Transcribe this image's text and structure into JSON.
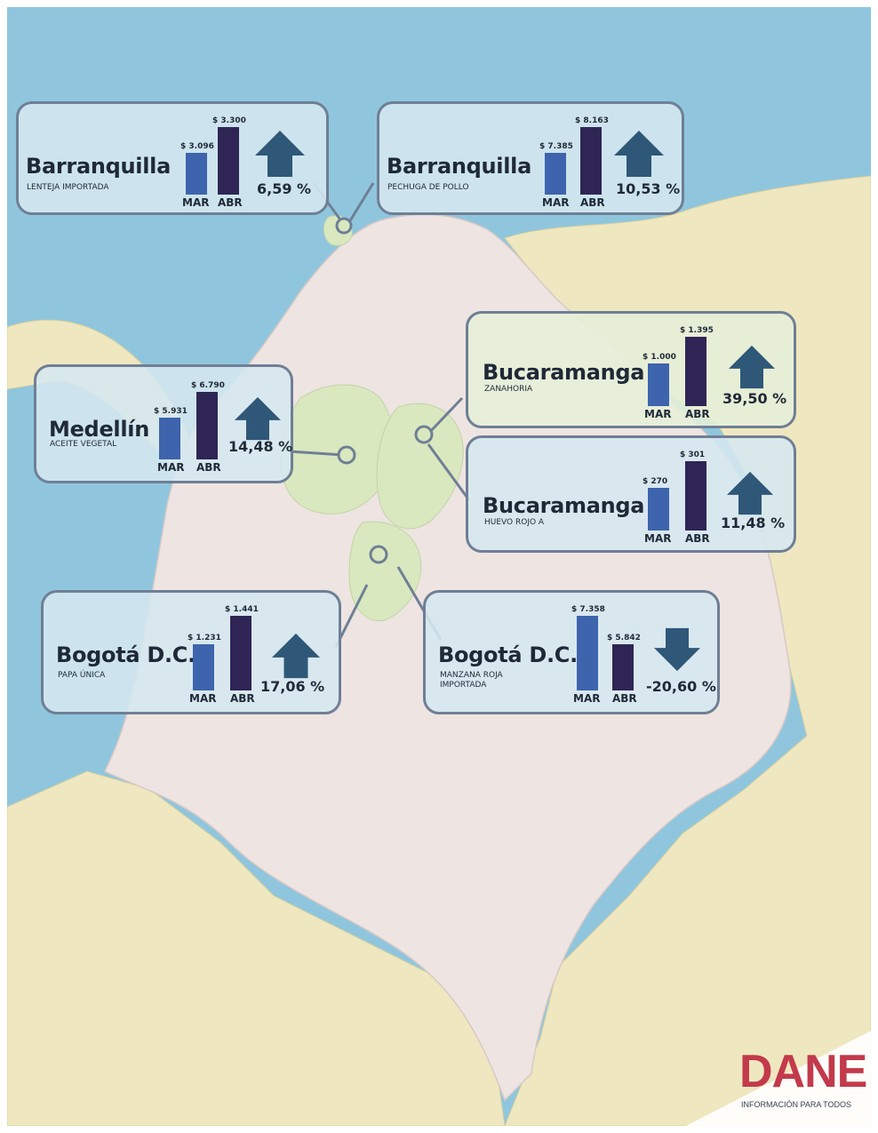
{
  "colors": {
    "sea": "#8fc6de",
    "land_neighbor": "#efe7bf",
    "land_colombia": "#eee4e2",
    "region_highlight": "#d9e8bf",
    "bar_mar": "#3d64ad",
    "bar_abr": "#2f2555",
    "arrow": "#2f5778",
    "card_border": "#6f7f95",
    "brand": "#c23a4b"
  },
  "cards": [
    {
      "id": "barranquilla-lenteja",
      "city": "Barranquilla",
      "product": "LENTEJA IMPORTADA",
      "mar_value": "$ 3.096",
      "abr_value": "$ 3.300",
      "mar_label": "MAR",
      "abr_label": "ABR",
      "change": "6,59 %",
      "direction": "up",
      "mar_num": 3096,
      "abr_num": 3300
    },
    {
      "id": "barranquilla-pollo",
      "city": "Barranquilla",
      "product": "PECHUGA DE POLLO",
      "mar_value": "$ 7.385",
      "abr_value": "$ 8.163",
      "mar_label": "MAR",
      "abr_label": "ABR",
      "change": "10,53 %",
      "direction": "up",
      "mar_num": 7385,
      "abr_num": 8163
    },
    {
      "id": "medellin-aceite",
      "city": "Medellín",
      "product": "ACEITE VEGETAL",
      "mar_value": "$ 5.931",
      "abr_value": "$ 6.790",
      "mar_label": "MAR",
      "abr_label": "ABR",
      "change": "14,48 %",
      "direction": "up",
      "mar_num": 5931,
      "abr_num": 6790
    },
    {
      "id": "bucaramanga-zanahoria",
      "city": "Bucaramanga",
      "product": "ZANAHORIA",
      "mar_value": "$ 1.000",
      "abr_value": "$ 1.395",
      "mar_label": "MAR",
      "abr_label": "ABR",
      "change": "39,50 %",
      "direction": "up",
      "mar_num": 1000,
      "abr_num": 1395
    },
    {
      "id": "bucaramanga-huevo",
      "city": "Bucaramanga",
      "product": "HUEVO ROJO A",
      "mar_value": "$ 270",
      "abr_value": "$ 301",
      "mar_label": "MAR",
      "abr_label": "ABR",
      "change": "11,48 %",
      "direction": "up",
      "mar_num": 270,
      "abr_num": 301
    },
    {
      "id": "bogota-papa",
      "city": "Bogotá D.C.",
      "product": "PAPA ÚNICA",
      "mar_value": "$ 1.231",
      "abr_value": "$ 1.441",
      "mar_label": "MAR",
      "abr_label": "ABR",
      "change": "17,06 %",
      "direction": "up",
      "mar_num": 1231,
      "abr_num": 1441
    },
    {
      "id": "bogota-manzana",
      "city": "Bogotá D.C.",
      "product": "MANZANA ROJA IMPORTADA",
      "mar_value": "$ 7.358",
      "abr_value": "$ 5.842",
      "mar_label": "MAR",
      "abr_label": "ABR",
      "change": "-20,60 %",
      "direction": "down",
      "mar_num": 7358,
      "abr_num": 5842
    }
  ],
  "logo": {
    "name": "DANE",
    "tagline": "INFORMACIÓN PARA TODOS"
  }
}
